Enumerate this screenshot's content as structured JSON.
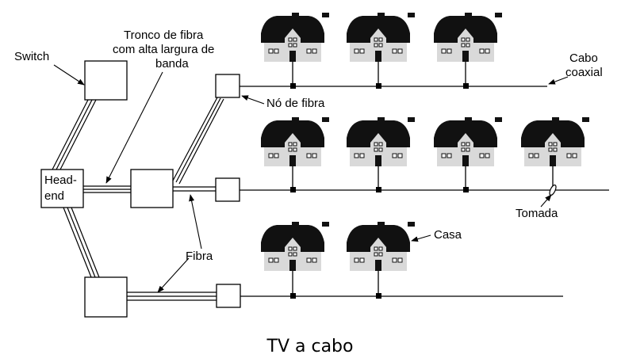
{
  "labels": {
    "switch": "Switch",
    "trunk": [
      "Tronco de fibra",
      "com alta largura de",
      "banda"
    ],
    "headend": [
      "Head-",
      "end"
    ],
    "fiber_node": "Nó de fibra",
    "coax": [
      "Cabo",
      "coaxial"
    ],
    "fiber": "Fibra",
    "tap": "Tomada",
    "house": "Casa"
  },
  "caption": "TV a cabo",
  "colors": {
    "line": "#000000",
    "roof": "#111111",
    "wall": "#d9d9d9",
    "window": "#ffffff"
  }
}
